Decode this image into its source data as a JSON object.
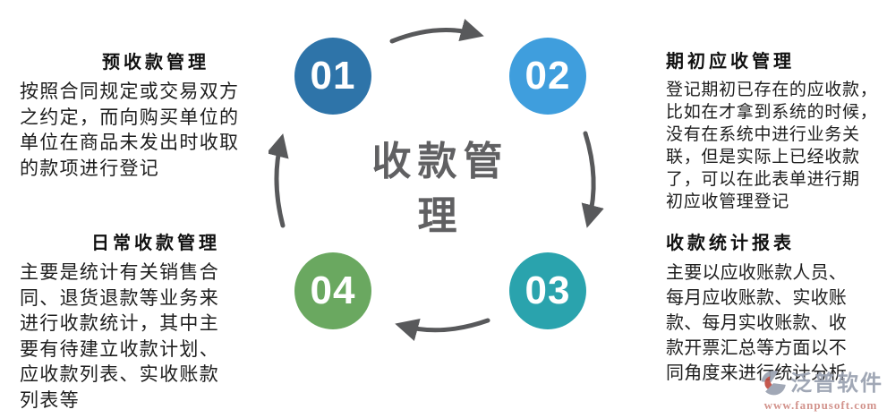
{
  "center": {
    "title": "收款管\n理",
    "title_full": "收款管理"
  },
  "steps": [
    {
      "number": "01",
      "color": "#2e74a9",
      "position": "top-left"
    },
    {
      "number": "02",
      "color": "#3f9edd",
      "position": "top-right"
    },
    {
      "number": "03",
      "color": "#2aa3ad",
      "position": "bottom-right"
    },
    {
      "number": "04",
      "color": "#6aa860",
      "position": "bottom-left"
    }
  ],
  "blocks": {
    "top_left": {
      "heading": "预收款管理",
      "body": "按照合同规定或交易双方\n之约定，而向购买单位的\n单位在商品未发出时收取\n的款项进行登记"
    },
    "bottom_left": {
      "heading": "日常收款管理",
      "body": "主要是统计有关销售合\n同、退货退款等业务来\n进行收款统计，其中主\n要有待建立收款计划、\n应收款列表、实收账款\n列表等"
    },
    "top_right": {
      "heading": "期初应收管理",
      "body": "登记期初已存在的应收款，\n比如在才拿到系统的时候，\n没有在系统中进行业务关\n联，但是实际上已经收款\n了，可以在此表单进行期\n初应收管理登记"
    },
    "bottom_right": {
      "heading": "收款统计报表",
      "body": "主要以应收账款人员、\n每月应收账款、实收账\n款、每月实收账款、收\n款开票汇总等方面以不\n同角度来进行统计分析"
    }
  },
  "watermark": {
    "brand": "泛普软件",
    "url": "www.fanpusoft.com"
  },
  "colors": {
    "arrow": "#58595b",
    "center_text": "#606062",
    "brand_gray": "#99a0af",
    "brand_red": "#cf8a83"
  }
}
